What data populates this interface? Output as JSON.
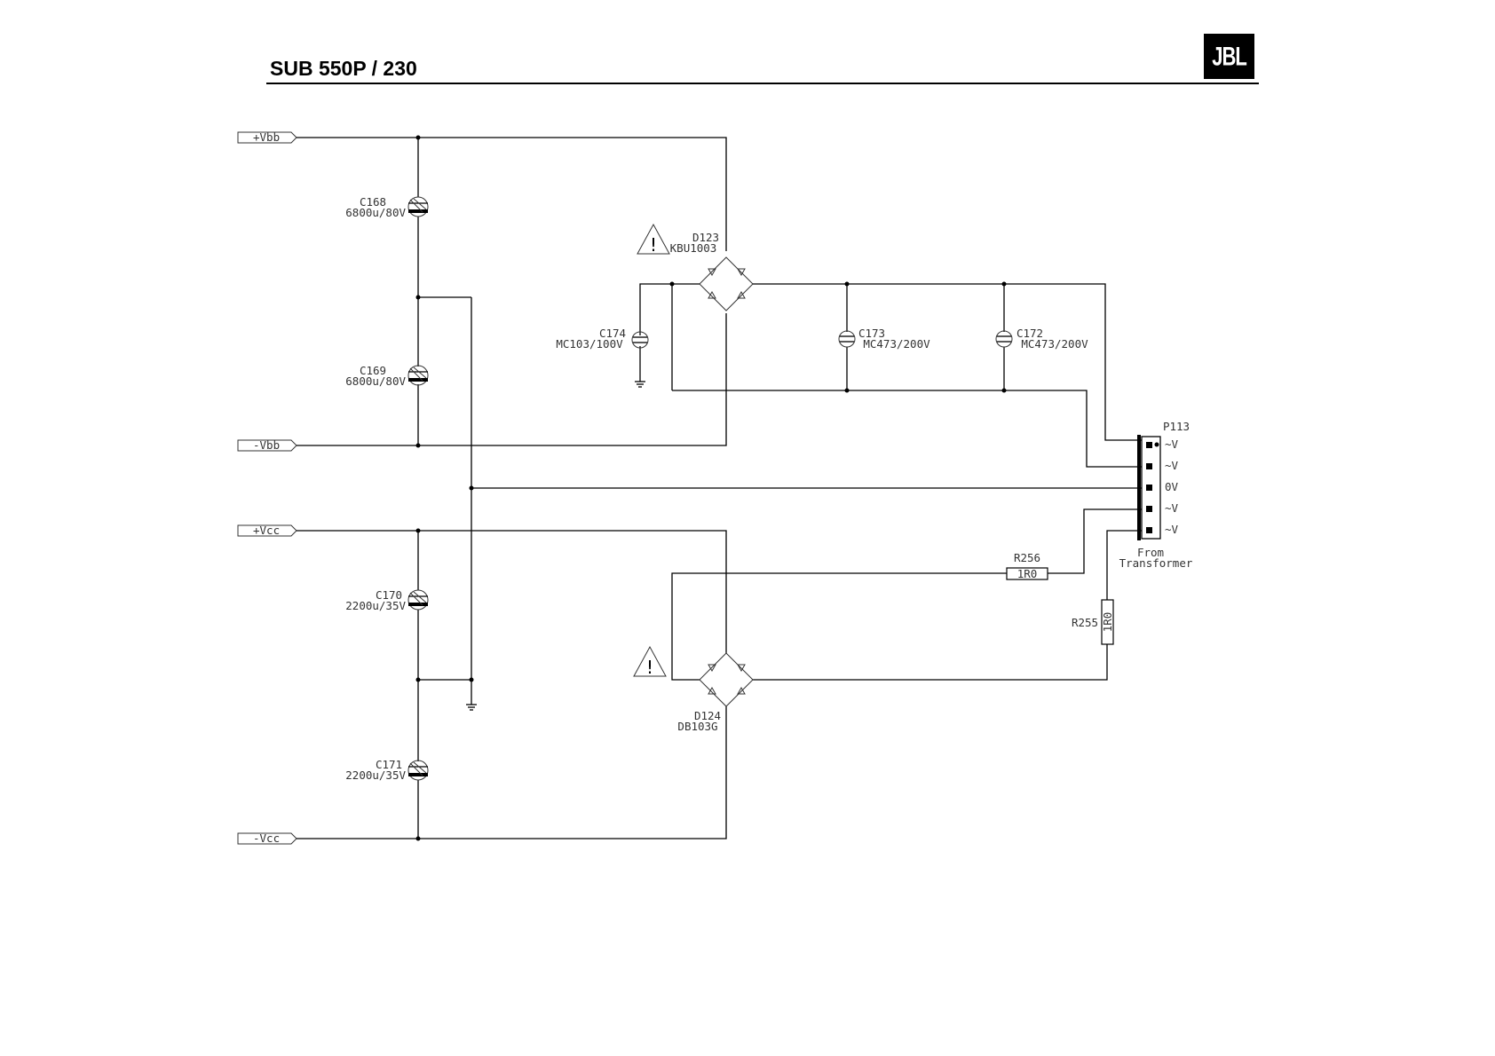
{
  "header": {
    "title": "SUB 550P / 230",
    "logo_text": "JBL"
  },
  "ports": {
    "vbb_pos": "+Vbb",
    "vbb_neg": "-Vbb",
    "vcc_pos": "+Vcc",
    "vcc_neg": "-Vcc"
  },
  "capacitors": {
    "c168": {
      "ref": "C168",
      "value": "6800u/80V"
    },
    "c169": {
      "ref": "C169",
      "value": "6800u/80V"
    },
    "c170": {
      "ref": "C170",
      "value": "2200u/35V"
    },
    "c171": {
      "ref": "C171",
      "value": "2200u/35V"
    },
    "c172": {
      "ref": "C172",
      "value": "MC473/200V"
    },
    "c173": {
      "ref": "C173",
      "value": "MC473/200V"
    },
    "c174": {
      "ref": "C174",
      "value": "MC103/100V"
    }
  },
  "bridges": {
    "d123": {
      "ref": "D123",
      "value": "KBU1003"
    },
    "d124": {
      "ref": "D124",
      "value": "DB103G"
    }
  },
  "resistors": {
    "r256": {
      "ref": "R256",
      "value": "1R0"
    },
    "r255": {
      "ref": "R255",
      "value": "1R0"
    }
  },
  "connector": {
    "ref": "P113",
    "pins": [
      "~V",
      "~V",
      "0V",
      "~V",
      "~V"
    ],
    "note_line1": "From",
    "note_line2": "Transformer"
  },
  "warning_symbol": "!"
}
